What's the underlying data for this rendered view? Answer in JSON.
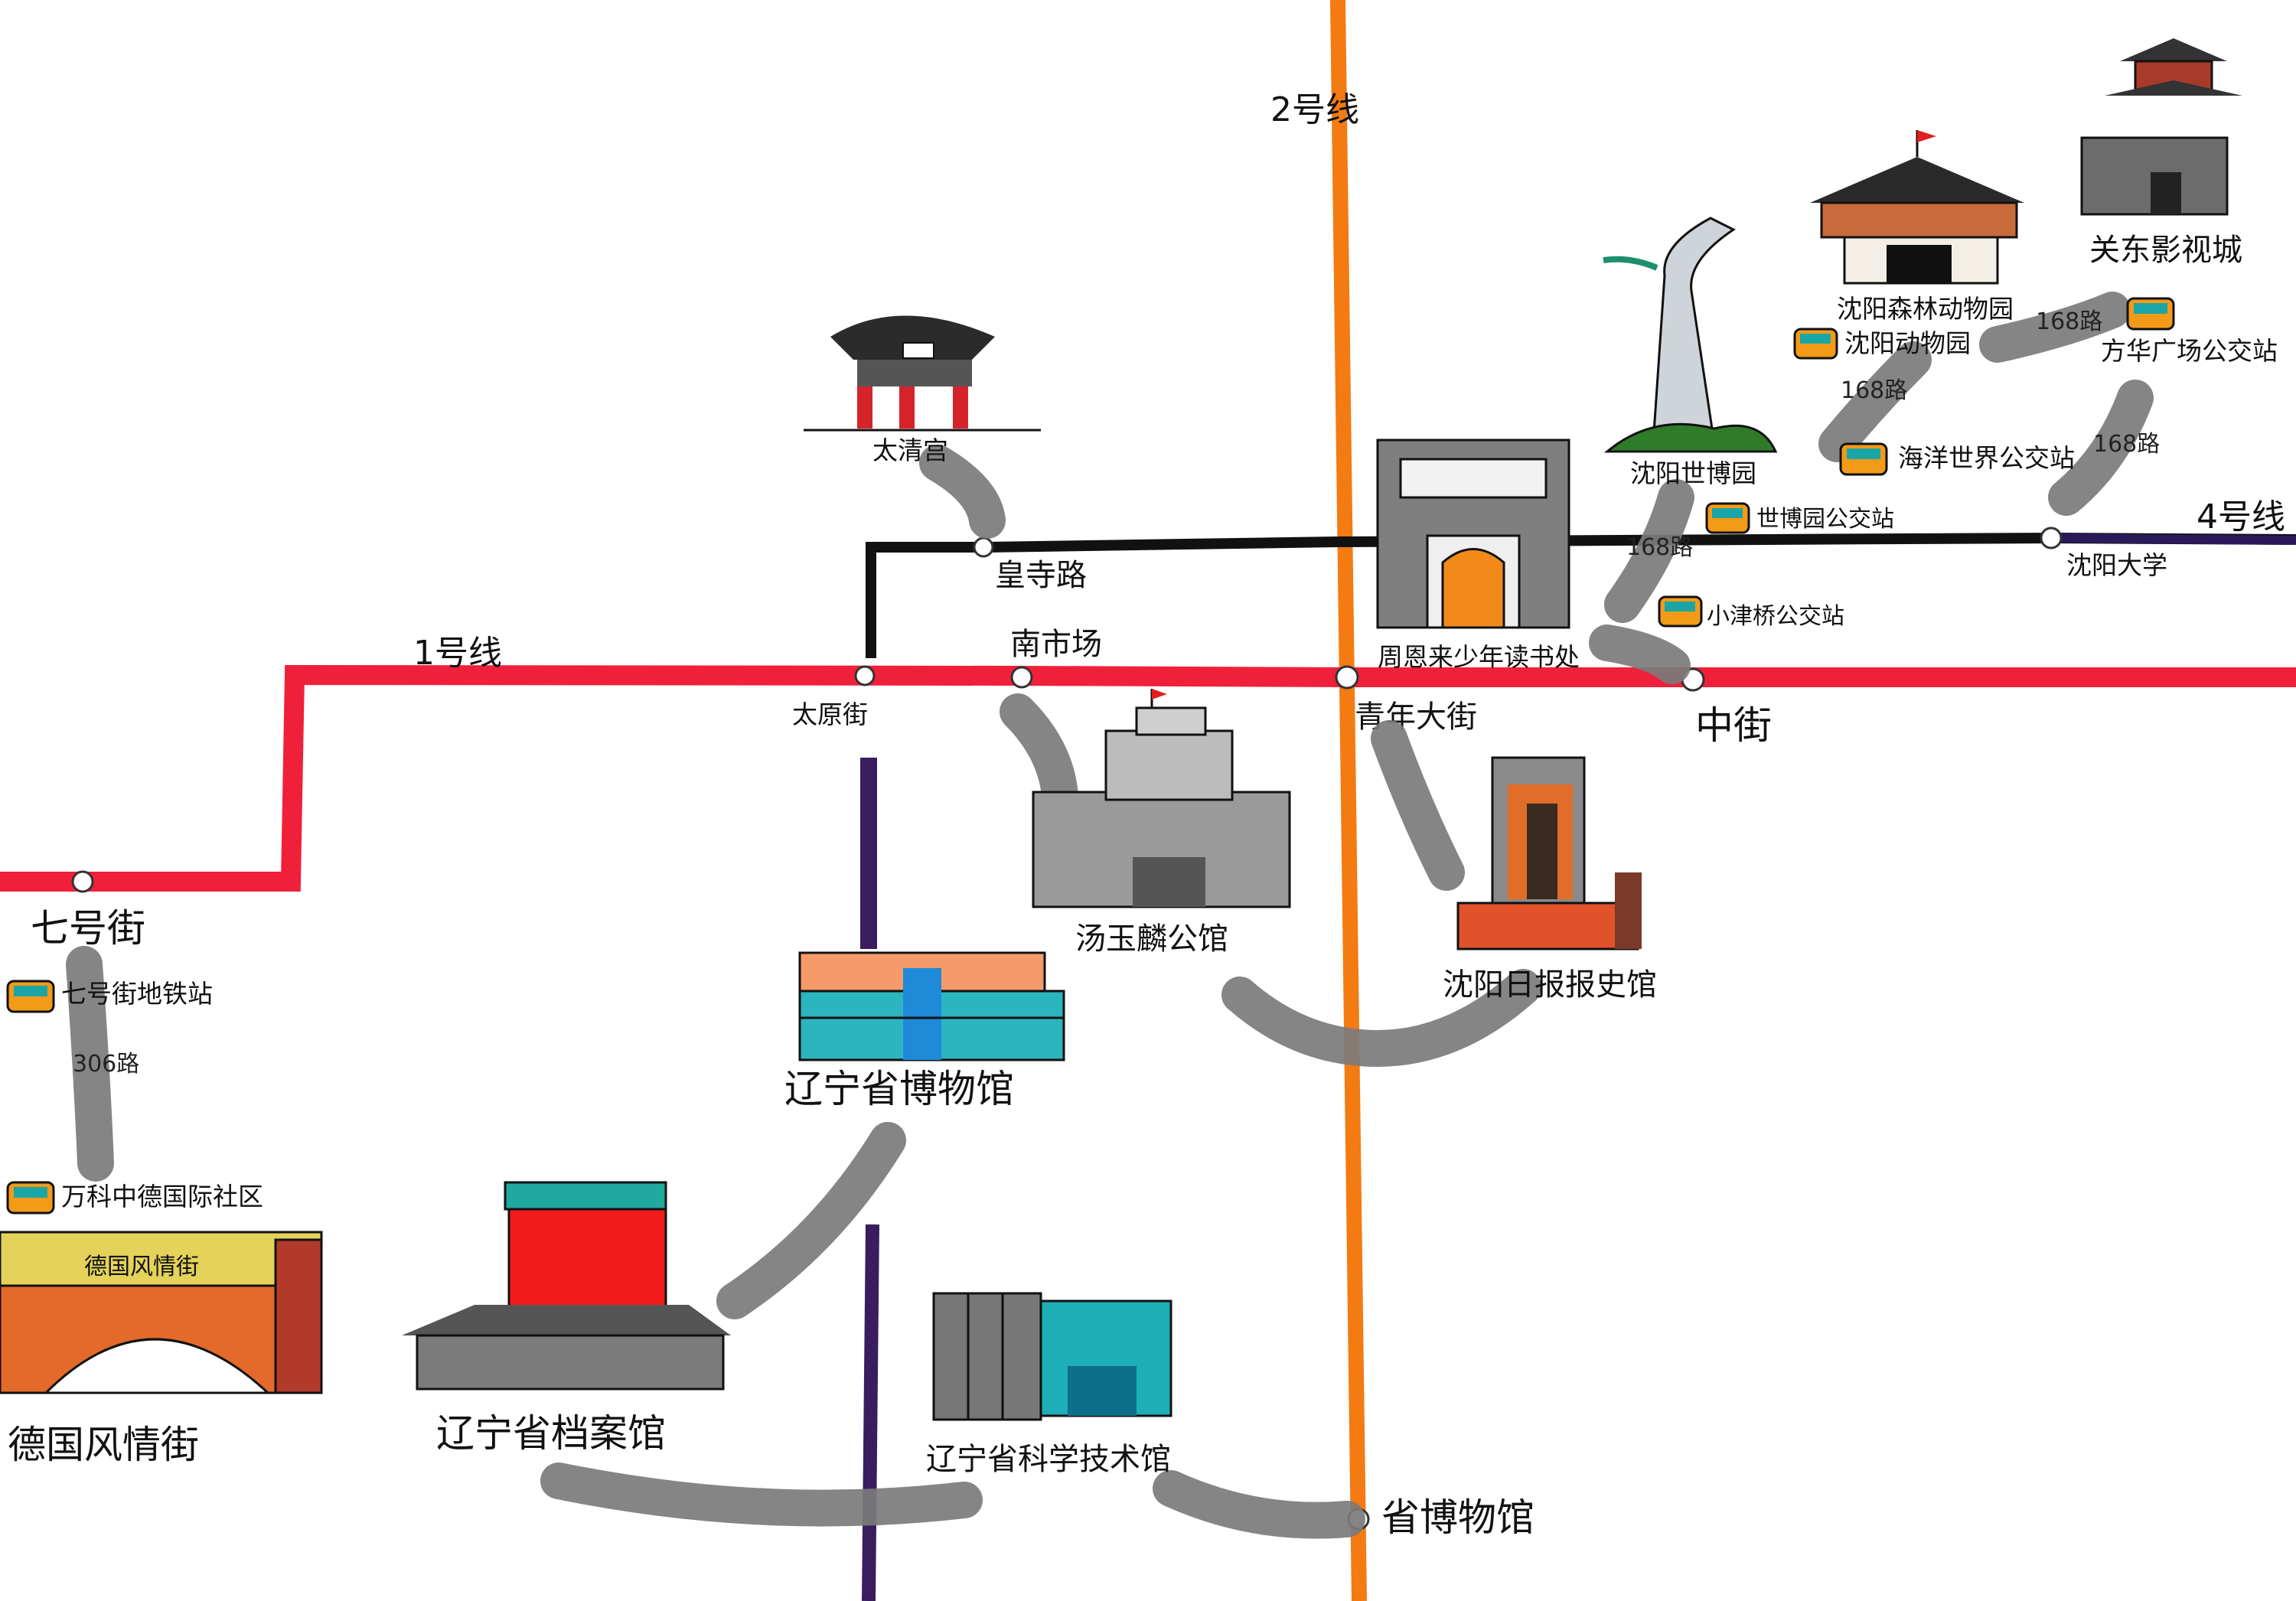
{
  "lines": {
    "line1": {
      "label": "1号线",
      "color": "#f0203a"
    },
    "line2": {
      "label": "2号线",
      "color": "#f47a12"
    },
    "line4": {
      "label": "4号线",
      "color": "#111111"
    },
    "purple": {
      "color": "#3a1d5e"
    }
  },
  "stations": {
    "qihao": "七号街",
    "taiyuan": "太原街",
    "nanshichang": "南市场",
    "huangsi": "皇寺路",
    "qingnian": "青年大街",
    "zhongjie": "中街",
    "shenyangdaxue": "沈阳大学",
    "shengbowuguan": "省博物馆"
  },
  "landmarks": {
    "taiqing": "太清宫",
    "zhanggong": "汤玉麟公馆",
    "zhoubao": "沈阳日报报史馆",
    "liaobo": "辽宁省博物馆",
    "bingbin": "辽宁省档案馆",
    "kejiguan": "辽宁省科学技术馆",
    "shaoniang": "周恩来少年读书处",
    "shibo": "沈阳世博园",
    "dongwuyuan": "沈阳森林动物园",
    "yingshicheng": "关东影视城",
    "deguo": "德国风情街"
  },
  "bus_stops": {
    "qihao_stop": "七号街地铁站",
    "wanke": "万科中德国际社区",
    "dongwuyuan_stop": "沈阳动物园",
    "haiyang": "海洋世界公交站",
    "shibo_stop": "世博园公交站",
    "xiaojin": "小津桥公交站",
    "fanghua": "方华广场公交站"
  },
  "routes": {
    "r306": "306路",
    "r168a": "168路",
    "r168b": "168路",
    "r168c": "168路",
    "r168d": "168路"
  },
  "arch_sign": "德国风情街"
}
